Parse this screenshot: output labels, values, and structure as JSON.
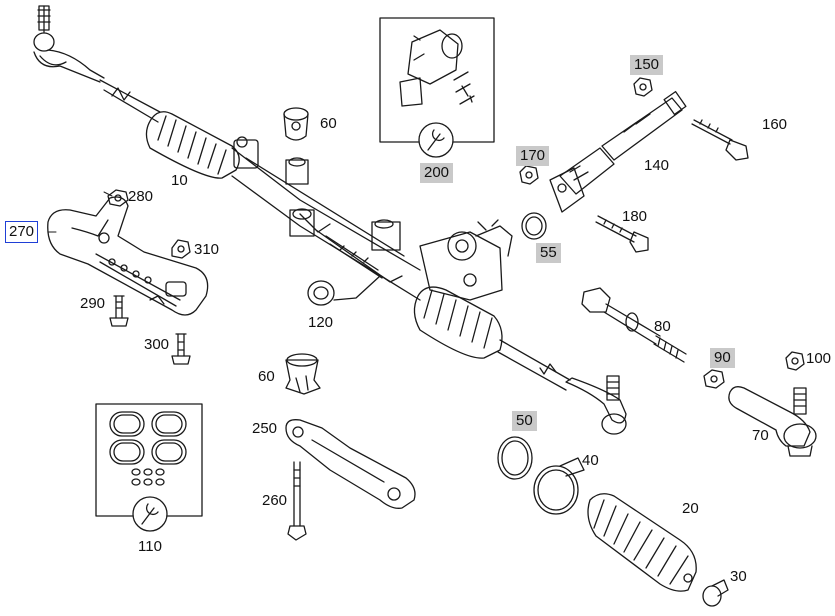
{
  "callouts": {
    "c10": "10",
    "c20": "20",
    "c30": "30",
    "c40": "40",
    "c50": "50",
    "c55": "55",
    "c60a": "60",
    "c60b": "60",
    "c70": "70",
    "c80": "80",
    "c90": "90",
    "c100": "100",
    "c110": "110",
    "c120": "120",
    "c140": "140",
    "c150": "150",
    "c160": "160",
    "c170": "170",
    "c180": "180",
    "c200": "200",
    "c250": "250",
    "c260": "260",
    "c270": "270",
    "c280": "280",
    "c290": "290",
    "c300": "300",
    "c310": "310"
  },
  "colors": {
    "line": "#1a1a1a",
    "highlight_bg": "#c9c9c9",
    "selected_border": "#1f3fd6"
  }
}
